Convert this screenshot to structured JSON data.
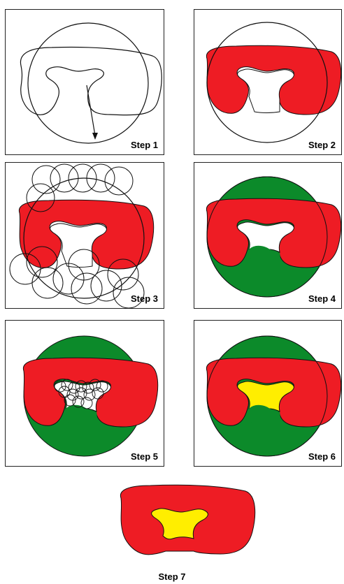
{
  "steps": {
    "s1": "Step 1",
    "s2": "Step 2",
    "s3": "Step 3",
    "s4": "Step 4",
    "s5": "Step 5",
    "s6": "Step 6",
    "s7": "Step 7"
  },
  "colors": {
    "red": "#ee1c24",
    "green": "#0c8a2a",
    "yellow": "#ffee00",
    "line": "#111111"
  }
}
